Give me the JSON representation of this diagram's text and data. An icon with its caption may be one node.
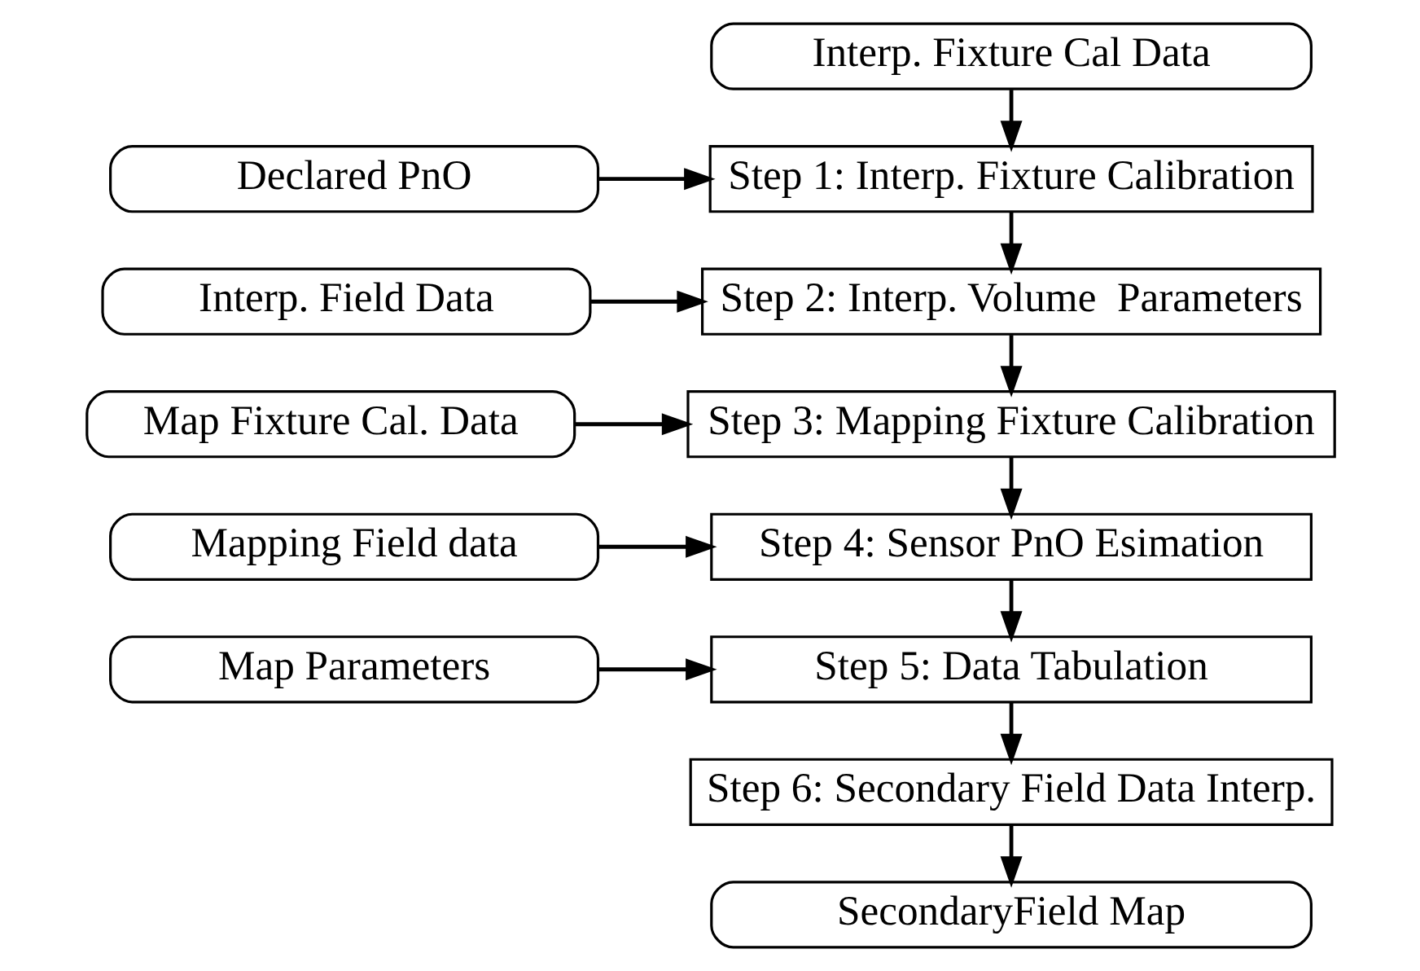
{
  "diagram": {
    "nodes": [
      {
        "text": [
          "Interp. Fixture Cal Data"
        ]
      },
      {
        "text": [
          "Declared PnO"
        ]
      },
      {
        "text": [
          "Step 1: Interp. Fixture Calibration"
        ]
      },
      {
        "text": [
          "Interp. Field Data"
        ]
      },
      {
        "text": [
          "Step 2: Interp. Volume  Parameters"
        ]
      },
      {
        "text": [
          "Map Fixture Cal. Data"
        ]
      },
      {
        "text": [
          "Step 3: Mapping Fixture Calibration"
        ]
      },
      {
        "text": [
          "Mapping Field data"
        ]
      },
      {
        "text": [
          "Step 4: Sensor PnO Esimation"
        ]
      },
      {
        "text": [
          "Map Parameters"
        ]
      },
      {
        "text": [
          "Step 5: Data Tabulation"
        ]
      },
      {
        "text": [
          "Step 6: Secondary Field Data Interp."
        ]
      },
      {
        "text": [
          "SecondaryField Map"
        ]
      }
    ],
    "edges": [
      {
        "from": 0,
        "to": 2,
        "arrow": "to"
      },
      {
        "from": 1,
        "to": 2,
        "arrow": "to"
      },
      {
        "from": 2,
        "to": 4,
        "arrow": "to"
      },
      {
        "from": 3,
        "to": 4,
        "arrow": "to"
      },
      {
        "from": 4,
        "to": 6,
        "arrow": "to"
      },
      {
        "from": 5,
        "to": 6,
        "arrow": "to"
      },
      {
        "from": 6,
        "to": 8,
        "arrow": "to"
      },
      {
        "from": 7,
        "to": 8,
        "arrow": "to"
      },
      {
        "from": 8,
        "to": 10,
        "arrow": "to"
      },
      {
        "from": 9,
        "to": 10,
        "arrow": "to"
      },
      {
        "from": 10,
        "to": 11,
        "arrow": "to"
      },
      {
        "from": 11,
        "to": 12,
        "arrow": "to"
      }
    ]
  }
}
